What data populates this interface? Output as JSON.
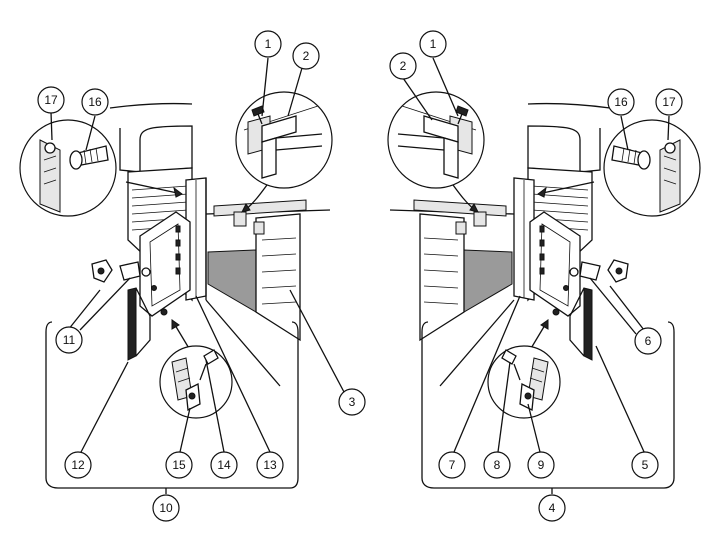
{
  "callouts": [
    {
      "id": "c1-left",
      "label": "1"
    },
    {
      "id": "c2-left",
      "label": "2"
    },
    {
      "id": "c17-left",
      "label": "17"
    },
    {
      "id": "c16-left",
      "label": "16"
    },
    {
      "id": "c11",
      "label": "11"
    },
    {
      "id": "c3",
      "label": "3"
    },
    {
      "id": "c12",
      "label": "12"
    },
    {
      "id": "c15",
      "label": "15"
    },
    {
      "id": "c14",
      "label": "14"
    },
    {
      "id": "c13",
      "label": "13"
    },
    {
      "id": "c10",
      "label": "10"
    },
    {
      "id": "c1-right",
      "label": "1"
    },
    {
      "id": "c2-right",
      "label": "2"
    },
    {
      "id": "c16-right",
      "label": "16"
    },
    {
      "id": "c17-right",
      "label": "17"
    },
    {
      "id": "c6",
      "label": "6"
    },
    {
      "id": "c7",
      "label": "7"
    },
    {
      "id": "c8",
      "label": "8"
    },
    {
      "id": "c9",
      "label": "9"
    },
    {
      "id": "c5",
      "label": "5"
    },
    {
      "id": "c4",
      "label": "4"
    }
  ]
}
